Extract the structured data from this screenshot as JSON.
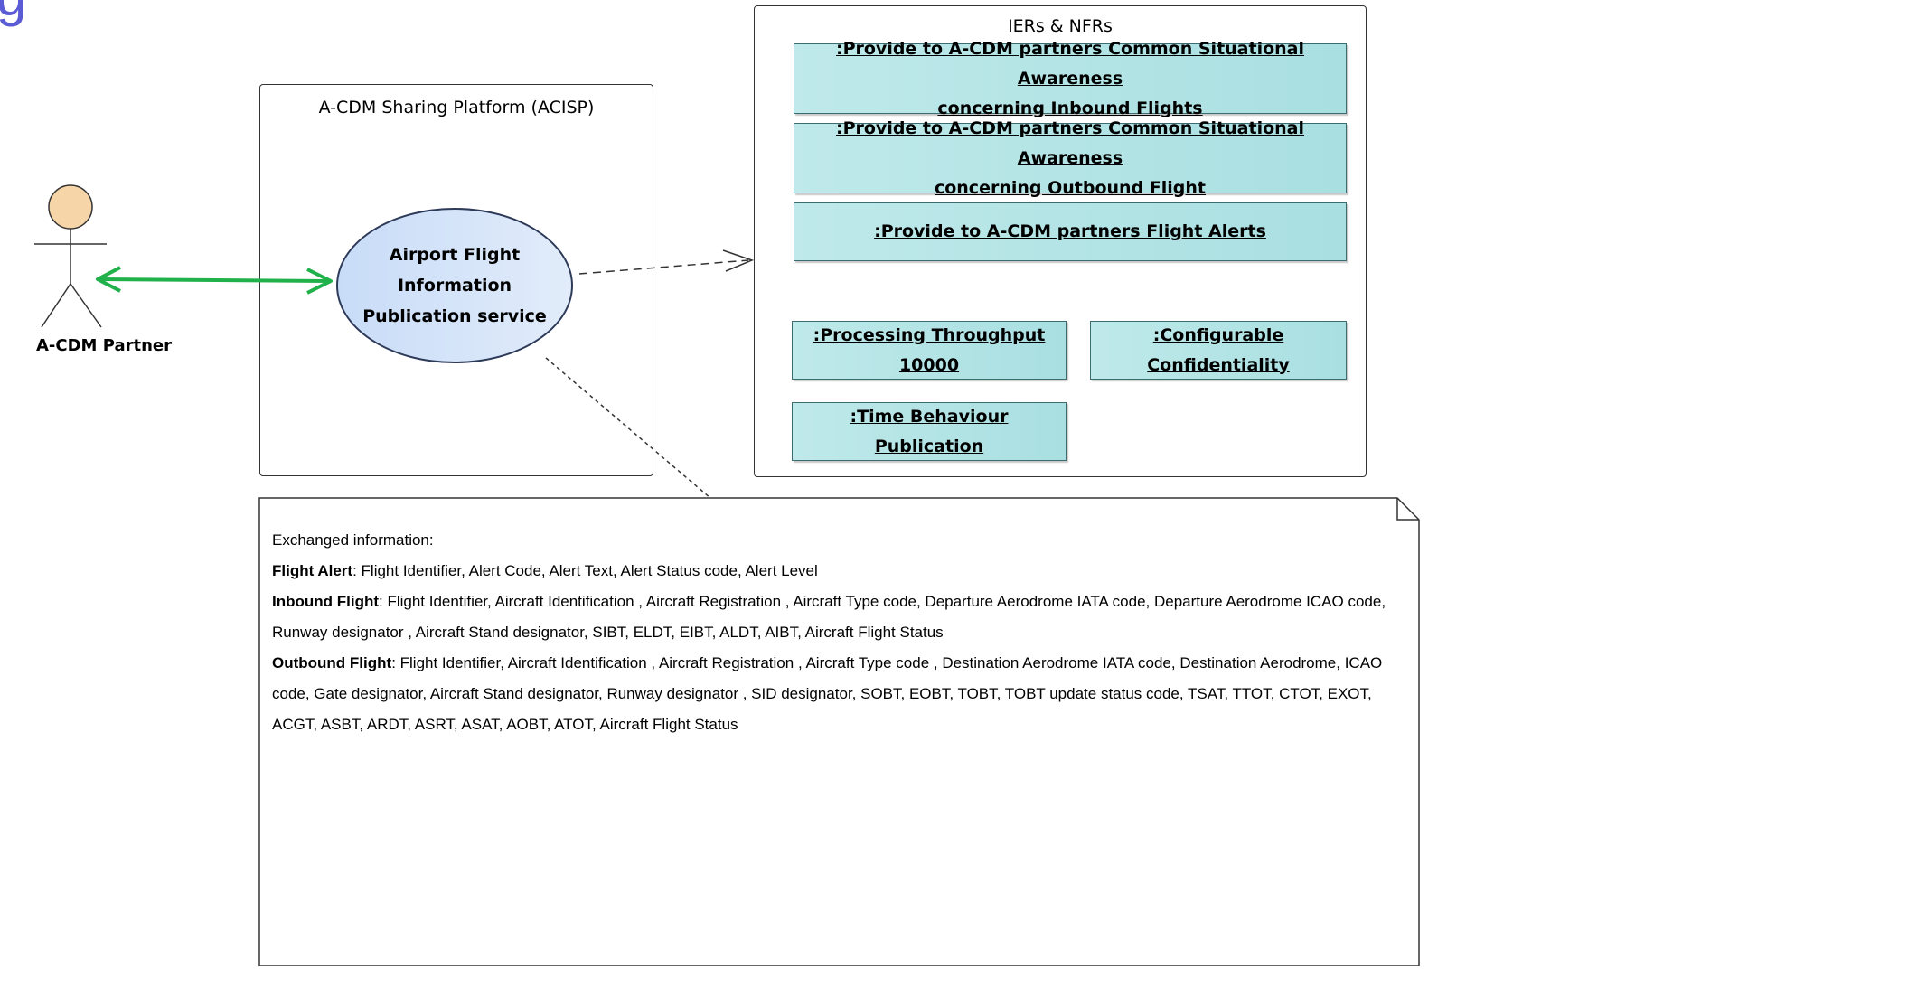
{
  "page_title": "g",
  "actor": {
    "label": "A-CDM Partner"
  },
  "platform": {
    "title": "A-CDM Sharing Platform (ACISP)"
  },
  "usecase": {
    "line1": "Airport Flight Information",
    "line2": "Publication service"
  },
  "iers_frame": {
    "title": "IERs & NFRs"
  },
  "requirements": [
    {
      "line1": ":Provide to A-CDM partners Common Situational Awareness",
      "line2": "concerning Inbound Flights"
    },
    {
      "line1": ":Provide to A-CDM partners Common Situational Awareness",
      "line2": "concerning Outbound Flight"
    },
    {
      "line1": ":Provide to A-CDM partners Flight Alerts"
    },
    {
      "line1": ":Processing Throughput 10000"
    },
    {
      "line1": ":Configurable Confidentiality"
    },
    {
      "line1": ":Time Behaviour Publication"
    }
  ],
  "note": {
    "heading": "Exchanged information:",
    "flight_alert_label": "Flight Alert",
    "flight_alert_text": ": Flight Identifier, Alert Code, Alert Text, Alert Status code, Alert Level",
    "inbound_label": "Inbound Flight",
    "inbound_text": ": Flight Identifier, Aircraft Identification , Aircraft Registration ,  Aircraft Type code, Departure Aerodrome IATA code,  Departure Aerodrome ICAO code, Runway designator , Aircraft Stand designator, SIBT, ELDT, EIBT, ALDT, AIBT, Aircraft Flight Status",
    "outbound_label": "Outbound Flight",
    "outbound_text": ": Flight Identifier, Aircraft Identification , Aircraft Registration , Aircraft Type code , Destination Aerodrome IATA code, Destination Aerodrome, ICAO code, Gate designator, Aircraft Stand designator, Runway designator , SID designator, SOBT, EOBT, TOBT, TOBT update status code, TSAT, TTOT, CTOT, EXOT, ACGT, ASBT, ARDT, ASRT, ASAT, AOBT, ATOT, Aircraft Flight Status"
  },
  "colors": {
    "association_line": "#20b14a",
    "usecase_fill": "#d6e5f9",
    "requirement_fill": "#b5e4e6",
    "title_color": "#5b5bd6",
    "actor_head": "#f6d6a8"
  }
}
